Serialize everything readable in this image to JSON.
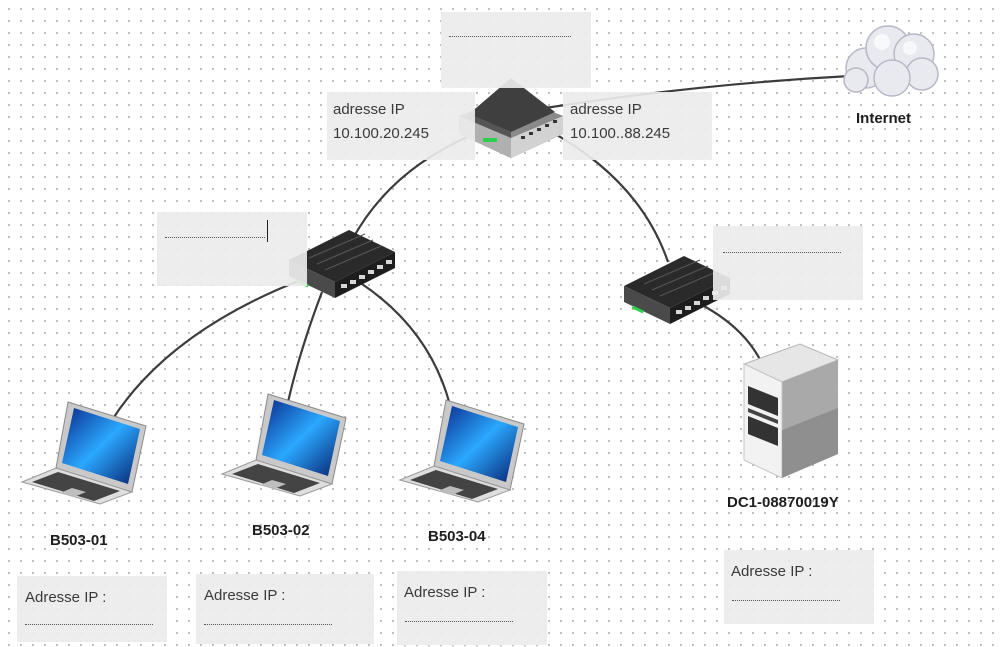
{
  "nodes": {
    "internet": {
      "label": "Internet"
    },
    "laptop1": {
      "label": "B503-01"
    },
    "laptop2": {
      "label": "B503-02"
    },
    "laptop3": {
      "label": "B503-04"
    },
    "server": {
      "label": "DC1-08870019Y"
    }
  },
  "router_ports": {
    "left": {
      "title": "adresse IP",
      "value": "10.100.20.245"
    },
    "right": {
      "title": "adresse IP",
      "value": "10.100..88.245"
    }
  },
  "ip_fields": {
    "laptop1": {
      "label": "Adresse IP :"
    },
    "laptop2": {
      "label": "Adresse IP :"
    },
    "laptop3": {
      "label": "Adresse IP :"
    },
    "server": {
      "label": "Adresse IP :"
    }
  },
  "colors": {
    "link": "#3c3c3c",
    "box_fill": "#ececec",
    "label": "#1e1e1e"
  }
}
